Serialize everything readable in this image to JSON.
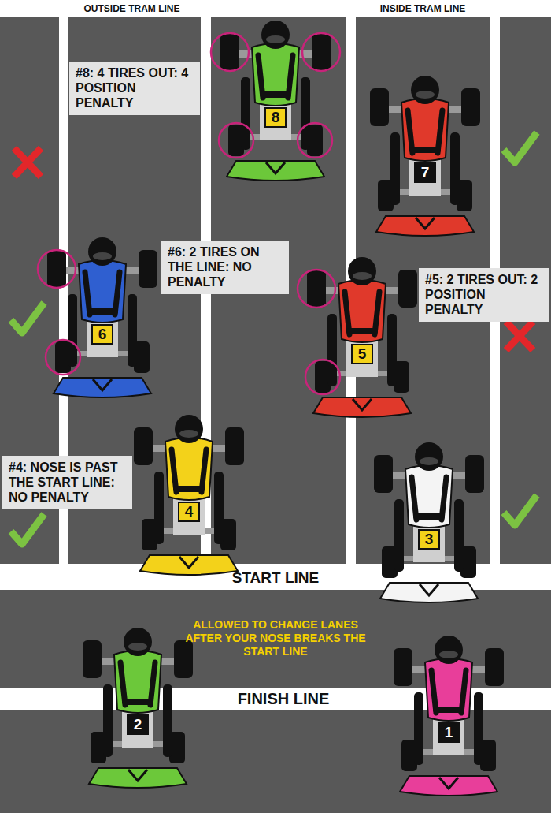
{
  "diagram": {
    "nodes": [
      {
        "text": [
          "#8: 4 TIRES OUT: 4 POSITION PENALTY"
        ]
      },
      {
        "text": [
          "#6: 2 TIRES ON THE LINE: NO PENALTY"
        ]
      },
      {
        "text": [
          "#5: 2 TIRES OUT: 2 POSITION PENALTY"
        ]
      },
      {
        "text": [
          "#4: NOSE IS PAST THE START LINE: NO PENALTY"
        ]
      }
    ],
    "labels": [
      "OUTSIDE TRAM LINE",
      "INSIDE TRAM LINE",
      "8",
      "7",
      "6",
      "5",
      "4",
      "3",
      "START LINE",
      "ALLOWED TO CHANGE LANES AFTER YOUR NOSE BREAKS THE START LINE",
      "FINISH LINE",
      "2",
      "1"
    ]
  }
}
